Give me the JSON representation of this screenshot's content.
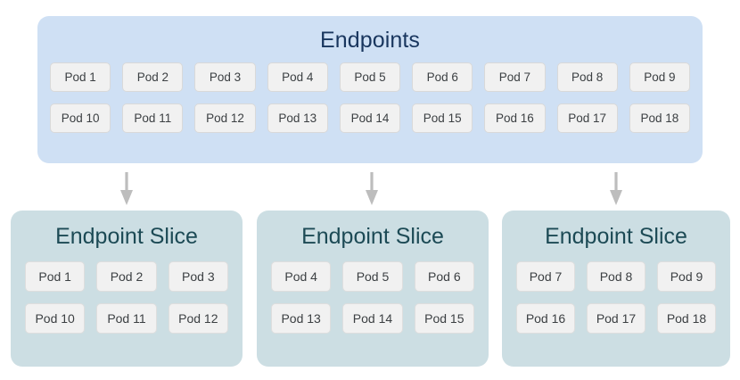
{
  "diagram": {
    "title_semantic": "kubernetes-endpoints-to-endpointslices",
    "colors": {
      "endpoints_panel_bg": "#cfe0f4",
      "endpoints_title_text": "#19365e",
      "slice_panel_bg": "#ccdee3",
      "slice_title_text": "#1c4a55",
      "pod_bg": "#f1f1f1",
      "pod_border": "#d9d9d9",
      "pod_text": "#3c4043",
      "arrow": "#bdbdbd"
    }
  },
  "endpoints": {
    "title": "Endpoints",
    "rows": [
      [
        "Pod 1",
        "Pod 2",
        "Pod 3",
        "Pod 4",
        "Pod 5",
        "Pod 6",
        "Pod 7",
        "Pod 8",
        "Pod 9"
      ],
      [
        "Pod 10",
        "Pod 11",
        "Pod 12",
        "Pod 13",
        "Pod 14",
        "Pod 15",
        "Pod 16",
        "Pod 17",
        "Pod 18"
      ]
    ]
  },
  "arrows": [
    {
      "name": "arrow-to-slice-1"
    },
    {
      "name": "arrow-to-slice-2"
    },
    {
      "name": "arrow-to-slice-3"
    }
  ],
  "slices": [
    {
      "title": "Endpoint Slice",
      "rows": [
        [
          "Pod 1",
          "Pod 2",
          "Pod 3"
        ],
        [
          "Pod 10",
          "Pod 11",
          "Pod 12"
        ]
      ]
    },
    {
      "title": "Endpoint Slice",
      "rows": [
        [
          "Pod 4",
          "Pod 5",
          "Pod 6"
        ],
        [
          "Pod 13",
          "Pod 14",
          "Pod 15"
        ]
      ]
    },
    {
      "title": "Endpoint Slice",
      "rows": [
        [
          "Pod 7",
          "Pod 8",
          "Pod 9"
        ],
        [
          "Pod 16",
          "Pod 17",
          "Pod 18"
        ]
      ]
    }
  ]
}
